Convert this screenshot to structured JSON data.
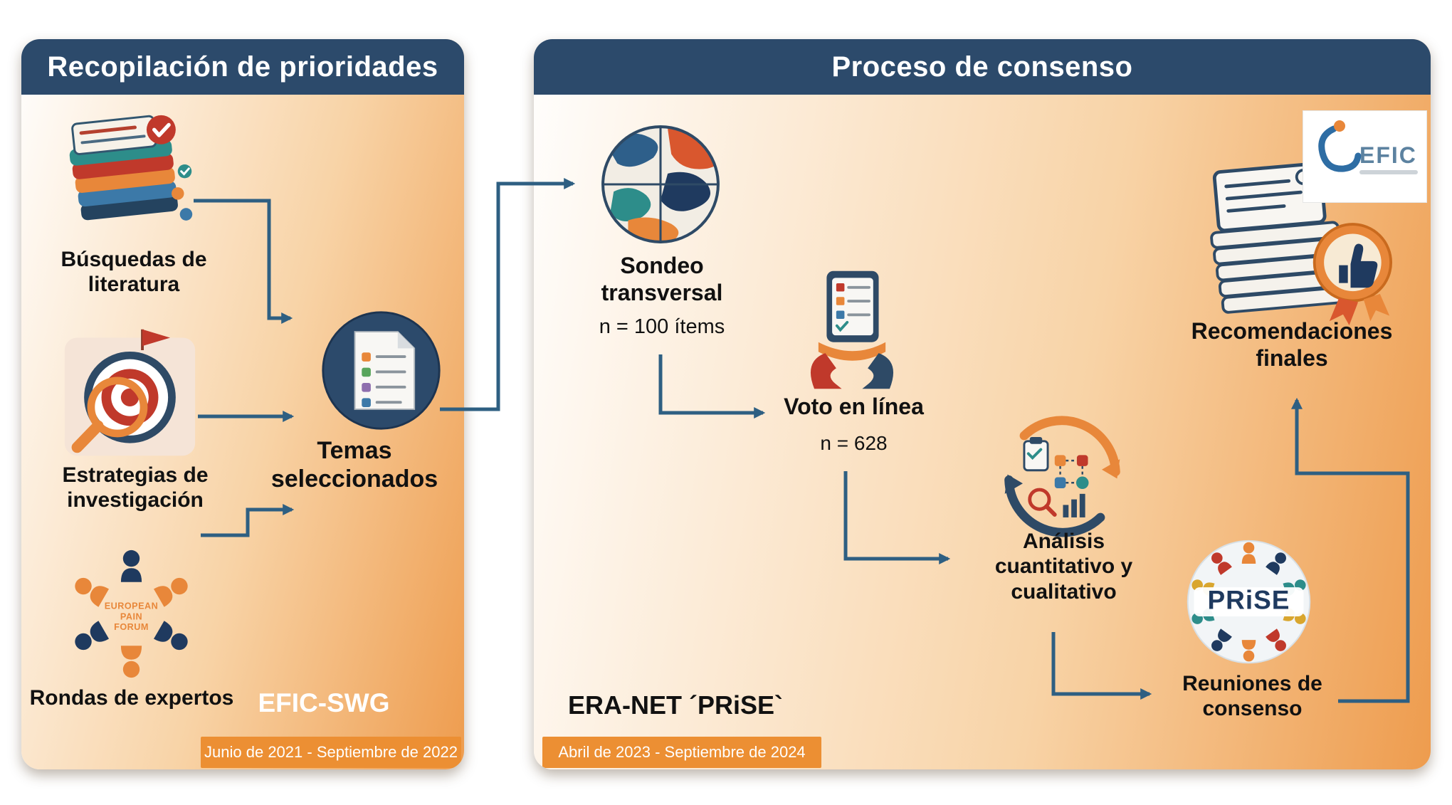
{
  "colors": {
    "header_bg": "#2c4a6b",
    "panel_gradient_end": "#ee9c4e",
    "arrow": "#2e5f82",
    "badge_bg": "#ec8f33",
    "badge_text": "#ffffff"
  },
  "left_panel": {
    "title": "Recopilación de prioridades",
    "items": [
      {
        "label": "Búsquedas de literatura"
      },
      {
        "label": "Estrategias de investigación"
      },
      {
        "label": "Rondas de expertos"
      }
    ],
    "forum_lines": [
      "EUROPEAN",
      "PAIN",
      "FORUM"
    ],
    "center_label": "Temas seleccionados",
    "footer_label": "EFIC-SWG",
    "badge": "Junio de 2021 - Septiembre de 2022"
  },
  "right_panel": {
    "title": "Proceso de consenso",
    "steps": [
      {
        "label": "Sondeo transversal",
        "sub": "n = 100 ítems"
      },
      {
        "label": "Voto en línea",
        "sub": "n = 628"
      },
      {
        "label": "Análisis cuantitativo y cualitativo"
      },
      {
        "label": "Reuniones de consenso"
      },
      {
        "label": "Recomendaciones finales"
      }
    ],
    "prise_text": "PRiSE",
    "efic_text": "EFIC",
    "footer_label": "ERA-NET ´PRiSE`",
    "badge": "Abril de 2023 - Septiembre de 2024"
  }
}
